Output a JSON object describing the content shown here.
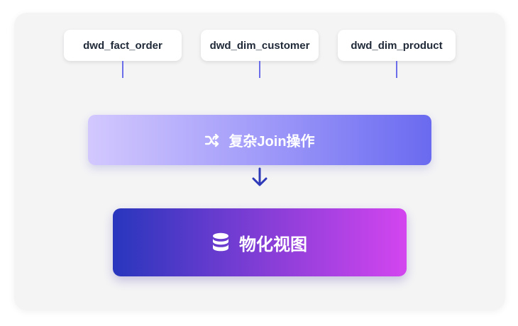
{
  "sources": [
    {
      "label": "dwd_fact_order"
    },
    {
      "label": "dwd_dim_customer"
    },
    {
      "label": "dwd_dim_product"
    }
  ],
  "join": {
    "label": "复杂Join操作",
    "icon": "shuffle-icon"
  },
  "output": {
    "label": "物化视图",
    "icon": "database-icon"
  },
  "colors": {
    "connector": "#6b6ee8",
    "arrow": "#2f3ab8",
    "join_gradient": [
      "#d3c8fe",
      "#6a6af0"
    ],
    "output_gradient": [
      "#2836bd",
      "#d345ef"
    ]
  }
}
